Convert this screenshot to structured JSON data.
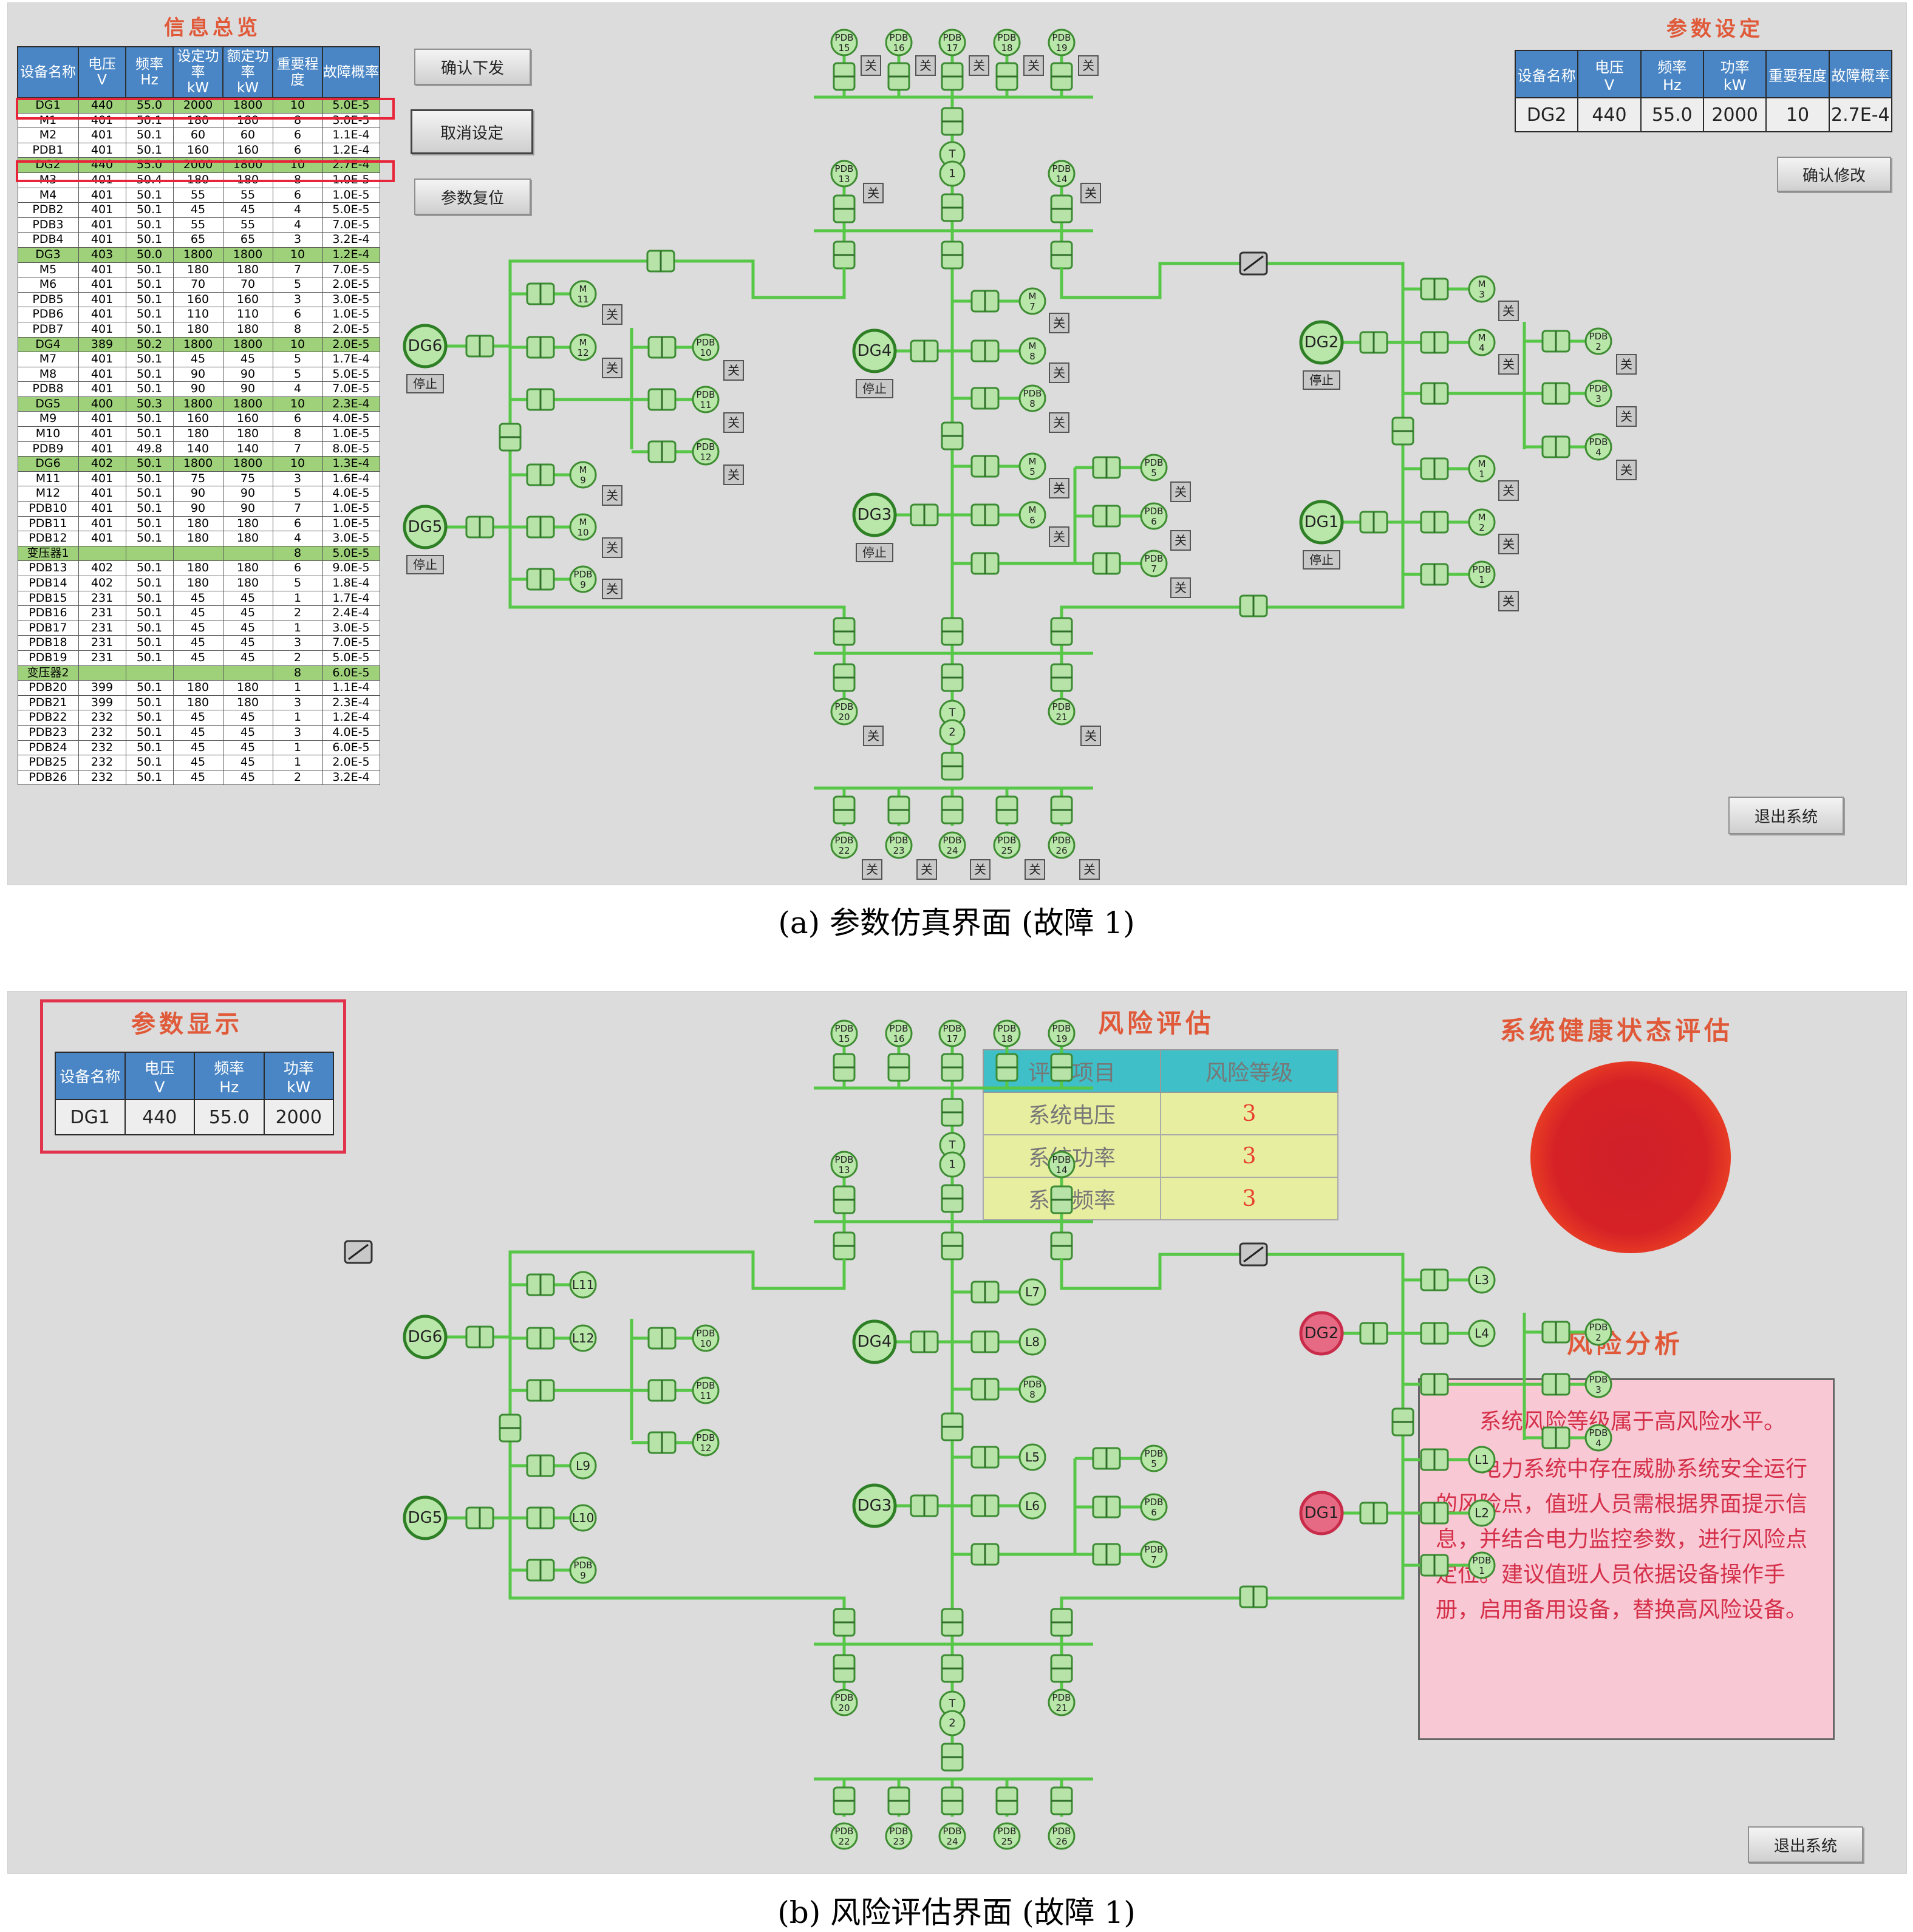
{
  "panel_a": {
    "overview_title": "信息总览",
    "headers": [
      "设备名称",
      "电压V",
      "频率Hz",
      "设定功率kW",
      "额定功率kW",
      "重要程度",
      "故障概率"
    ],
    "rows": [
      [
        "DG1",
        "440",
        "55.0",
        "2000",
        "1800",
        "10",
        "5.0E-5",
        true
      ],
      [
        "M1",
        "401",
        "50.1",
        "180",
        "180",
        "8",
        "3.0E-5",
        false
      ],
      [
        "M2",
        "401",
        "50.1",
        "60",
        "60",
        "6",
        "1.1E-4",
        false
      ],
      [
        "PDB1",
        "401",
        "50.1",
        "160",
        "160",
        "6",
        "1.2E-4",
        false
      ],
      [
        "DG2",
        "440",
        "55.0",
        "2000",
        "1800",
        "10",
        "2.7E-4",
        true
      ],
      [
        "M3",
        "401",
        "50.4",
        "180",
        "180",
        "8",
        "1.0E-5",
        false
      ],
      [
        "M4",
        "401",
        "50.1",
        "55",
        "55",
        "6",
        "1.0E-5",
        false
      ],
      [
        "PDB2",
        "401",
        "50.1",
        "45",
        "45",
        "4",
        "5.0E-5",
        false
      ],
      [
        "PDB3",
        "401",
        "50.1",
        "55",
        "55",
        "4",
        "7.0E-5",
        false
      ],
      [
        "PDB4",
        "401",
        "50.1",
        "65",
        "65",
        "3",
        "3.2E-4",
        false
      ],
      [
        "DG3",
        "403",
        "50.0",
        "1800",
        "1800",
        "10",
        "1.2E-4",
        true
      ],
      [
        "M5",
        "401",
        "50.1",
        "180",
        "180",
        "7",
        "7.0E-5",
        false
      ],
      [
        "M6",
        "401",
        "50.1",
        "70",
        "70",
        "5",
        "2.0E-5",
        false
      ],
      [
        "PDB5",
        "401",
        "50.1",
        "160",
        "160",
        "3",
        "3.0E-5",
        false
      ],
      [
        "PDB6",
        "401",
        "50.1",
        "110",
        "110",
        "6",
        "1.0E-5",
        false
      ],
      [
        "PDB7",
        "401",
        "50.1",
        "180",
        "180",
        "8",
        "2.0E-5",
        false
      ],
      [
        "DG4",
        "389",
        "50.2",
        "1800",
        "1800",
        "10",
        "2.0E-5",
        true
      ],
      [
        "M7",
        "401",
        "50.1",
        "45",
        "45",
        "5",
        "1.7E-4",
        false
      ],
      [
        "M8",
        "401",
        "50.1",
        "90",
        "90",
        "5",
        "5.0E-5",
        false
      ],
      [
        "PDB8",
        "401",
        "50.1",
        "90",
        "90",
        "4",
        "7.0E-5",
        false
      ],
      [
        "DG5",
        "400",
        "50.3",
        "1800",
        "1800",
        "10",
        "2.3E-4",
        true
      ],
      [
        "M9",
        "401",
        "50.1",
        "160",
        "160",
        "6",
        "4.0E-5",
        false
      ],
      [
        "M10",
        "401",
        "50.1",
        "180",
        "180",
        "8",
        "1.0E-5",
        false
      ],
      [
        "PDB9",
        "401",
        "49.8",
        "140",
        "140",
        "7",
        "8.0E-5",
        false
      ],
      [
        "DG6",
        "402",
        "50.1",
        "1800",
        "1800",
        "10",
        "1.3E-4",
        true
      ],
      [
        "M11",
        "401",
        "50.1",
        "75",
        "75",
        "3",
        "1.6E-4",
        false
      ],
      [
        "M12",
        "401",
        "50.1",
        "90",
        "90",
        "5",
        "4.0E-5",
        false
      ],
      [
        "PDB10",
        "401",
        "50.1",
        "90",
        "90",
        "7",
        "1.0E-5",
        false
      ],
      [
        "PDB11",
        "401",
        "50.1",
        "180",
        "180",
        "6",
        "1.0E-5",
        false
      ],
      [
        "PDB12",
        "401",
        "50.1",
        "180",
        "180",
        "4",
        "3.0E-5",
        false
      ],
      [
        "变压器1",
        "",
        "",
        "",
        "",
        "8",
        "5.0E-5",
        true
      ],
      [
        "PDB13",
        "402",
        "50.1",
        "180",
        "180",
        "6",
        "9.0E-5",
        false
      ],
      [
        "PDB14",
        "402",
        "50.1",
        "180",
        "180",
        "5",
        "1.8E-4",
        false
      ],
      [
        "PDB15",
        "231",
        "50.1",
        "45",
        "45",
        "1",
        "1.7E-4",
        false
      ],
      [
        "PDB16",
        "231",
        "50.1",
        "45",
        "45",
        "2",
        "2.4E-4",
        false
      ],
      [
        "PDB17",
        "231",
        "50.1",
        "45",
        "45",
        "1",
        "3.0E-5",
        false
      ],
      [
        "PDB18",
        "231",
        "50.1",
        "45",
        "45",
        "3",
        "7.0E-5",
        false
      ],
      [
        "PDB19",
        "231",
        "50.1",
        "45",
        "45",
        "2",
        "5.0E-5",
        false
      ],
      [
        "变压器2",
        "",
        "",
        "",
        "",
        "8",
        "6.0E-5",
        true
      ],
      [
        "PDB20",
        "399",
        "50.1",
        "180",
        "180",
        "1",
        "1.1E-4",
        false
      ],
      [
        "PDB21",
        "399",
        "50.1",
        "180",
        "180",
        "3",
        "2.3E-4",
        false
      ],
      [
        "PDB22",
        "232",
        "50.1",
        "45",
        "45",
        "1",
        "1.2E-4",
        false
      ],
      [
        "PDB23",
        "232",
        "50.1",
        "45",
        "45",
        "3",
        "4.0E-5",
        false
      ],
      [
        "PDB24",
        "232",
        "50.1",
        "45",
        "45",
        "1",
        "6.0E-5",
        false
      ],
      [
        "PDB25",
        "232",
        "50.1",
        "45",
        "45",
        "1",
        "2.0E-5",
        false
      ],
      [
        "PDB26",
        "232",
        "50.1",
        "45",
        "45",
        "2",
        "3.2E-4",
        false
      ]
    ],
    "buttons": {
      "confirm_send": "确认下发",
      "cancel_setting": "取消设定",
      "reset_params": "参数复位"
    },
    "param_setting": {
      "title": "参数设定",
      "headers": [
        "设备名称",
        "电压V",
        "频率Hz",
        "功率kW",
        "重要程度",
        "故障概率"
      ],
      "values": [
        "DG2",
        "440",
        "55.0",
        "2000",
        "10",
        "2.7E-4"
      ],
      "confirm_label": "确认修改"
    },
    "exit_label": "退出系统",
    "stop_label": "停止",
    "off_label": "关",
    "caption": "(a) 参数仿真界面 (故障 1)"
  },
  "panel_b": {
    "param_display": {
      "title": "参数显示",
      "headers": [
        "设备名称",
        "电压V",
        "频率Hz",
        "功率kW"
      ],
      "values": [
        "DG1",
        "440",
        "55.0",
        "2000"
      ]
    },
    "risk_title": "风险评估",
    "risk_headers": [
      "评估项目",
      "风险等级"
    ],
    "risk_rows": [
      [
        "系统电压",
        "3"
      ],
      [
        "系统功率",
        "3"
      ],
      [
        "系统频率",
        "3"
      ]
    ],
    "health_title": "系统健康状态评估",
    "health_color": "#d62226",
    "analysis_title": "风险分析",
    "analysis_paragraphs": [
      "系统风险等级属于高风险水平。",
      "电力系统中存在威胁系统安全运行的风险点，值班人员需根据界面提示信息，并结合电力监控参数，进行风险点定位。建议值班人员依据设备操作手册，启用备用设备，替换高风险设备。"
    ],
    "exit_label": "退出系统",
    "caption": "(b) 风险评估界面 (故障 1)"
  },
  "labels": {
    "dg": [
      "DG1",
      "DG2",
      "DG3",
      "DG4",
      "DG5",
      "DG6"
    ],
    "transformer": [
      "T",
      "1",
      "2"
    ],
    "load_prefix": "L",
    "motor_prefix": "M",
    "pdb_prefix": "PDB"
  },
  "colors": {
    "line": "#57c748",
    "fault_dg": "#e76a84",
    "title": "#e05a3a",
    "header": "#4a86c5"
  }
}
